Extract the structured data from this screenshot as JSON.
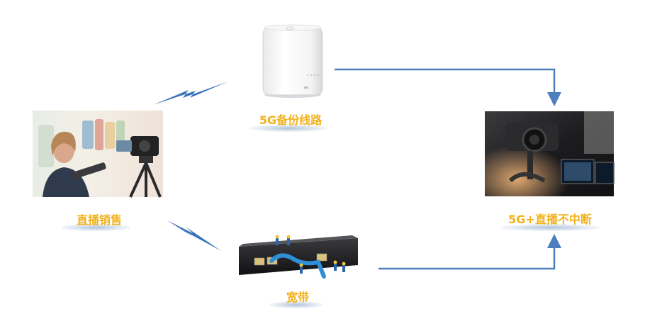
{
  "colors": {
    "label": "#f2b11a",
    "connector": "#4d7fbf",
    "lightning": "#3b73b9"
  },
  "nodes": {
    "backup": {
      "label": "5G备份线路",
      "icon": "router-icon"
    },
    "live": {
      "label": "直播销售",
      "icon": "livestream-photo"
    },
    "uninterrupted": {
      "label": "5G+直播不中断",
      "icon": "camera-rig-photo"
    },
    "broadband": {
      "label": "宽带",
      "icon": "network-switch-icon"
    }
  }
}
